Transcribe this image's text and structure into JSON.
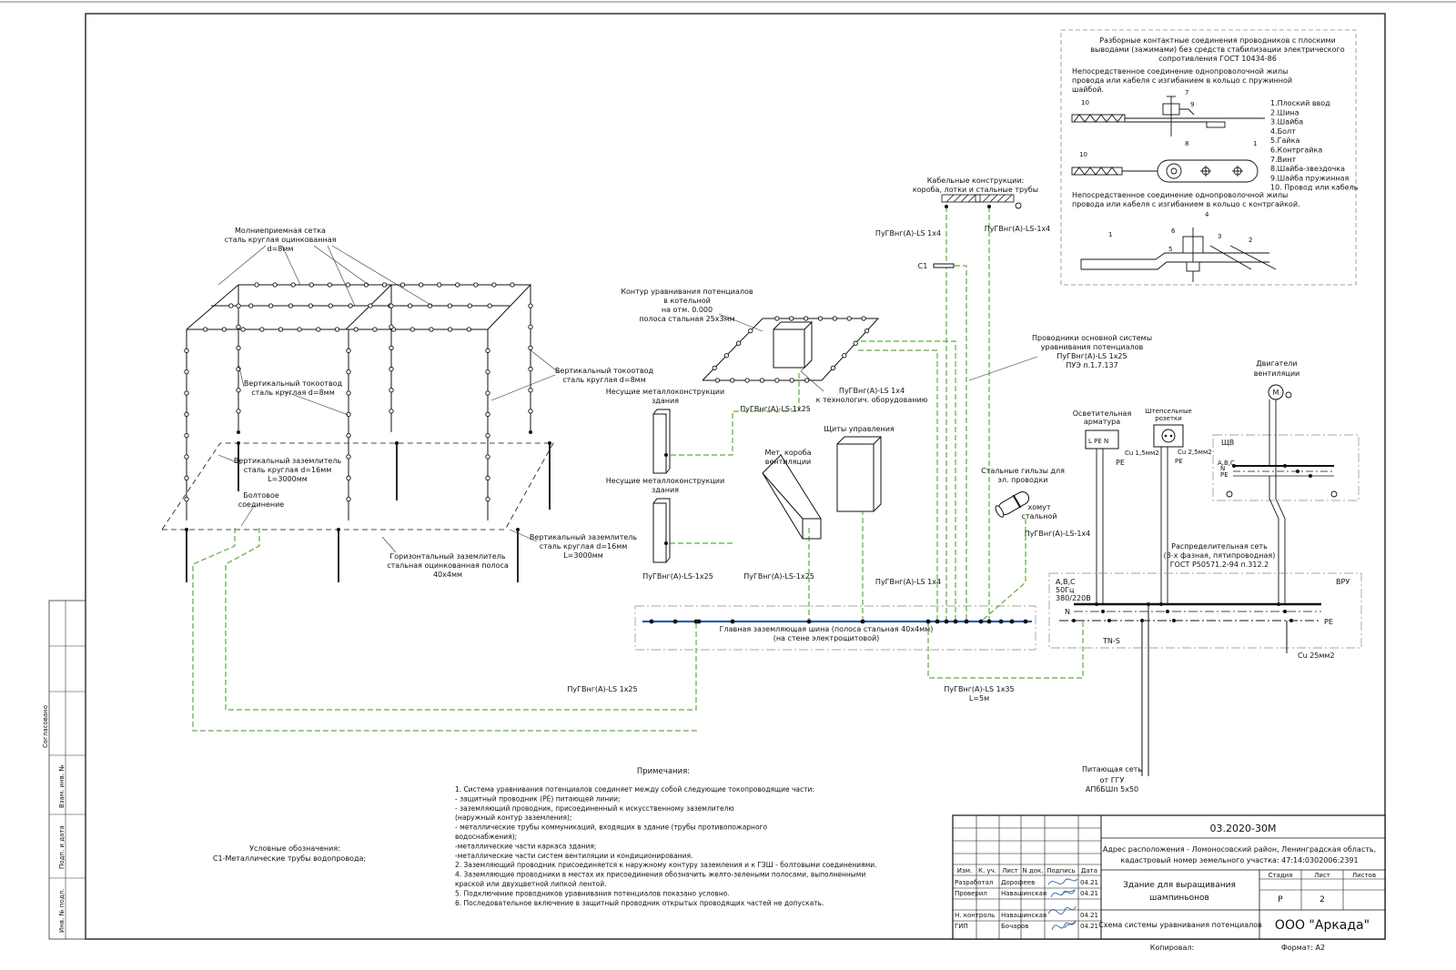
{
  "mesh": {
    "title": [
      "Молниеприемная сетка",
      "сталь круглая оцинкованная",
      "d=8мм"
    ],
    "vert_conductor_left": [
      "Вертикальный токоотвод",
      "сталь круглая d=8мм"
    ],
    "vert_conductor_right": [
      "Вертикальный токоотвод",
      "сталь круглая d=8мм"
    ],
    "vert_ground_left": [
      "Вертикальный заземлитель",
      "сталь круглая d=16мм",
      "L=3000мм"
    ],
    "bolt": [
      "Болтовое",
      "соединение"
    ],
    "horiz_ground": [
      "Горизонтальный заземлитель",
      "стальная оцинкованная полоса",
      "40х4мм"
    ],
    "vert_ground_right": [
      "Вертикальный заземлитель",
      "сталь круглая d=16мм",
      "L=3000мм"
    ]
  },
  "boiler": {
    "title": [
      "Контур уравнивания потенциалов",
      "в котельной",
      "на отм. 0.000",
      "полоса стальная 25х3мм"
    ],
    "cable_equipment": [
      "ПуГВнг(A)-LS 1х4",
      "к технологич. оборудованию"
    ],
    "cable_1x25": "ПуГВнг(A)-LS-1х25"
  },
  "structures": {
    "bearing_1": [
      "Несущие металлоконструкции",
      "здания"
    ],
    "bearing_2": [
      "Несущие металлоконструкции",
      "здания"
    ],
    "ducts": [
      "Мет. короба",
      "вентиляции"
    ],
    "panels": "Щиты управления",
    "cable_bearing_2": "ПуГВнг(A)-LS-1х25",
    "cable_ducts": "ПуГВнг(A)-LS-1х25",
    "cable_panels": "ПуГВнг(A)-LS 1х4"
  },
  "cable_trays": {
    "title": [
      "Кабельные конструкции:",
      "короба, лотки и стальные трубы"
    ],
    "cable_left": "ПуГВнг(A)-LS 1х4",
    "cable_right": "ПуГВнг(A)-LS-1х4",
    "c1": "С1"
  },
  "main_conductors": [
    "Проводники основной системы",
    "уравнивания потенциалов",
    "ПуГВнг(A)-LS 1х25",
    "ПУЭ п.1.7.137"
  ],
  "sleeves": {
    "title": [
      "Стальные гильзы для",
      "эл. проводки"
    ],
    "clamp": [
      "хомут",
      "стальной"
    ],
    "cable": "ПуГВнг(A)-LS-1х4"
  },
  "main_bus": [
    "Главная заземляющая шина (полоса стальная 40х4мм)",
    "(на стене электрощитовой)"
  ],
  "ground_cable": "ПуГВнг(A)-LS 1х25",
  "vru_cable": [
    "ПуГВнг(A)-LS 1х35",
    "L=5м"
  ],
  "electrical": {
    "lighting": [
      "Осветительная",
      "арматура"
    ],
    "sockets": [
      "Штепсельные",
      "розетки"
    ],
    "motors": [
      "Двигатели",
      "вентиляции"
    ],
    "motor_symbol": "М",
    "lighting_terms": "L  PE  N",
    "lighting_pe": "PE",
    "lighting_cu": "Cu 1,5мм2",
    "sockets_pe": "PE",
    "sockets_cu": "Cu 2,5мм2",
    "shv": "ЩВ",
    "shv_abc": "A,B,C",
    "shv_n": "N",
    "shv_pe": "PE",
    "dist_net": [
      "Распределительная сеть",
      "(3-х фазная, пятипроводная)",
      "ГОСТ Р50571.2-94 п.312.2"
    ],
    "vru": "ВРУ",
    "vru_params": [
      "A,B,C",
      "50Гц",
      "380/220В"
    ],
    "vru_n": "N",
    "vru_pe": "PE",
    "tns": "TN-S",
    "cu25": "Cu 25мм2",
    "supply": [
      "Питающая сеть",
      "от ГГУ",
      "АПбБШп 5х50"
    ]
  },
  "detail": {
    "title": [
      "Разборные контактные соединения проводников с плоскими",
      "выводами (зажимами) без средств стабилизации электрического",
      "сопротивления ГОСТ 10434-86"
    ],
    "sub1": [
      "Непосредственное соединение однопроволочной жилы",
      "провода или кабеля с  изгибанием в кольцо с пружинной",
      "шайбой."
    ],
    "sub2": [
      "Непосредственное соединение однопроволочной жилы",
      "провода или кабеля с изгибанием в кольцо с контргайкой."
    ],
    "legend": [
      "1.Плоский ввод",
      "2.Шина",
      "3.Шайба",
      "4.Болт",
      "5.Гайка",
      "6.Контргайка",
      "7.Винт",
      "8.Шайба-звездочка",
      "9.Шайба пружинная",
      "10. Провод или кабель"
    ],
    "marks_top": [
      "10",
      "7",
      "9"
    ],
    "marks_mid": [
      "10",
      "8",
      "1"
    ],
    "marks_bot": [
      "1",
      "6",
      "4",
      "5",
      "3",
      "2"
    ]
  },
  "notes": {
    "title": "Примечания:",
    "lines": [
      "1. Система уравнивания потенциалов соединяет между собой следующие токопроводящие части:",
      "- защитный проводник (PE) питающей линии;",
      "- заземляющий проводник, присоединенный к искусственному заземлителю",
      "(наружный контур заземления);",
      "- металлические трубы коммуникаций, входящих в здание (трубы противопожарного",
      "водоснабжения);",
      "-металлические части каркаса здания;",
      "-металлические части систем вентиляции и кондиционирования.",
      "2. Заземляющий проводник присоединяется к наружному контуру заземления и к ГЗШ - болтовыми соединениями.",
      "4. Заземляющие проводники в местах их присоединения обозначить желто-зелеными полосами, выполненными",
      "краской или двухцветной липкой лентой.",
      "5. Подключение проводников уравнивания потенциалов показано условно.",
      "6. Последовательное включение в защитный проводник открытых проводящих частей не допускать."
    ]
  },
  "legend": {
    "title": "Условные обозначения:",
    "c1": "С1-Металлические трубы водопровода;"
  },
  "side": [
    "Согласовано",
    "Взам. инв. №",
    "Подп. и дата",
    "Инв. № подл."
  ],
  "stamp": {
    "code": "03.2020-30М",
    "address": [
      "Адрес расположения - Ломоносовский район, Ленинградская область,",
      "кадастровый номер земельного участка: 47:14:0302006:2391"
    ],
    "headers": [
      "Изм.",
      "К. уч.",
      "Лист",
      "N док.",
      "Подпись",
      "Дата"
    ],
    "rows": [
      [
        "Разработал",
        "Дорофеев",
        "04.21"
      ],
      [
        "Проверил",
        "Навашинская",
        "04.21"
      ],
      [
        "",
        "",
        ""
      ],
      [
        "Н. контроль",
        "Навашинская",
        "04.21"
      ],
      [
        "ГИП",
        "Бочаров",
        "04.21"
      ]
    ],
    "object": [
      "Здание для выращивания",
      "шампиньонов"
    ],
    "stage_h": [
      "Стадия",
      "Лист",
      "Листов"
    ],
    "stage_v": [
      "Р",
      "2",
      ""
    ],
    "sheet": "Схема системы уравнивания потенциалов",
    "org": "ООО \"Аркада\"",
    "copied": "Копировал:",
    "format": "Формат: А2"
  }
}
